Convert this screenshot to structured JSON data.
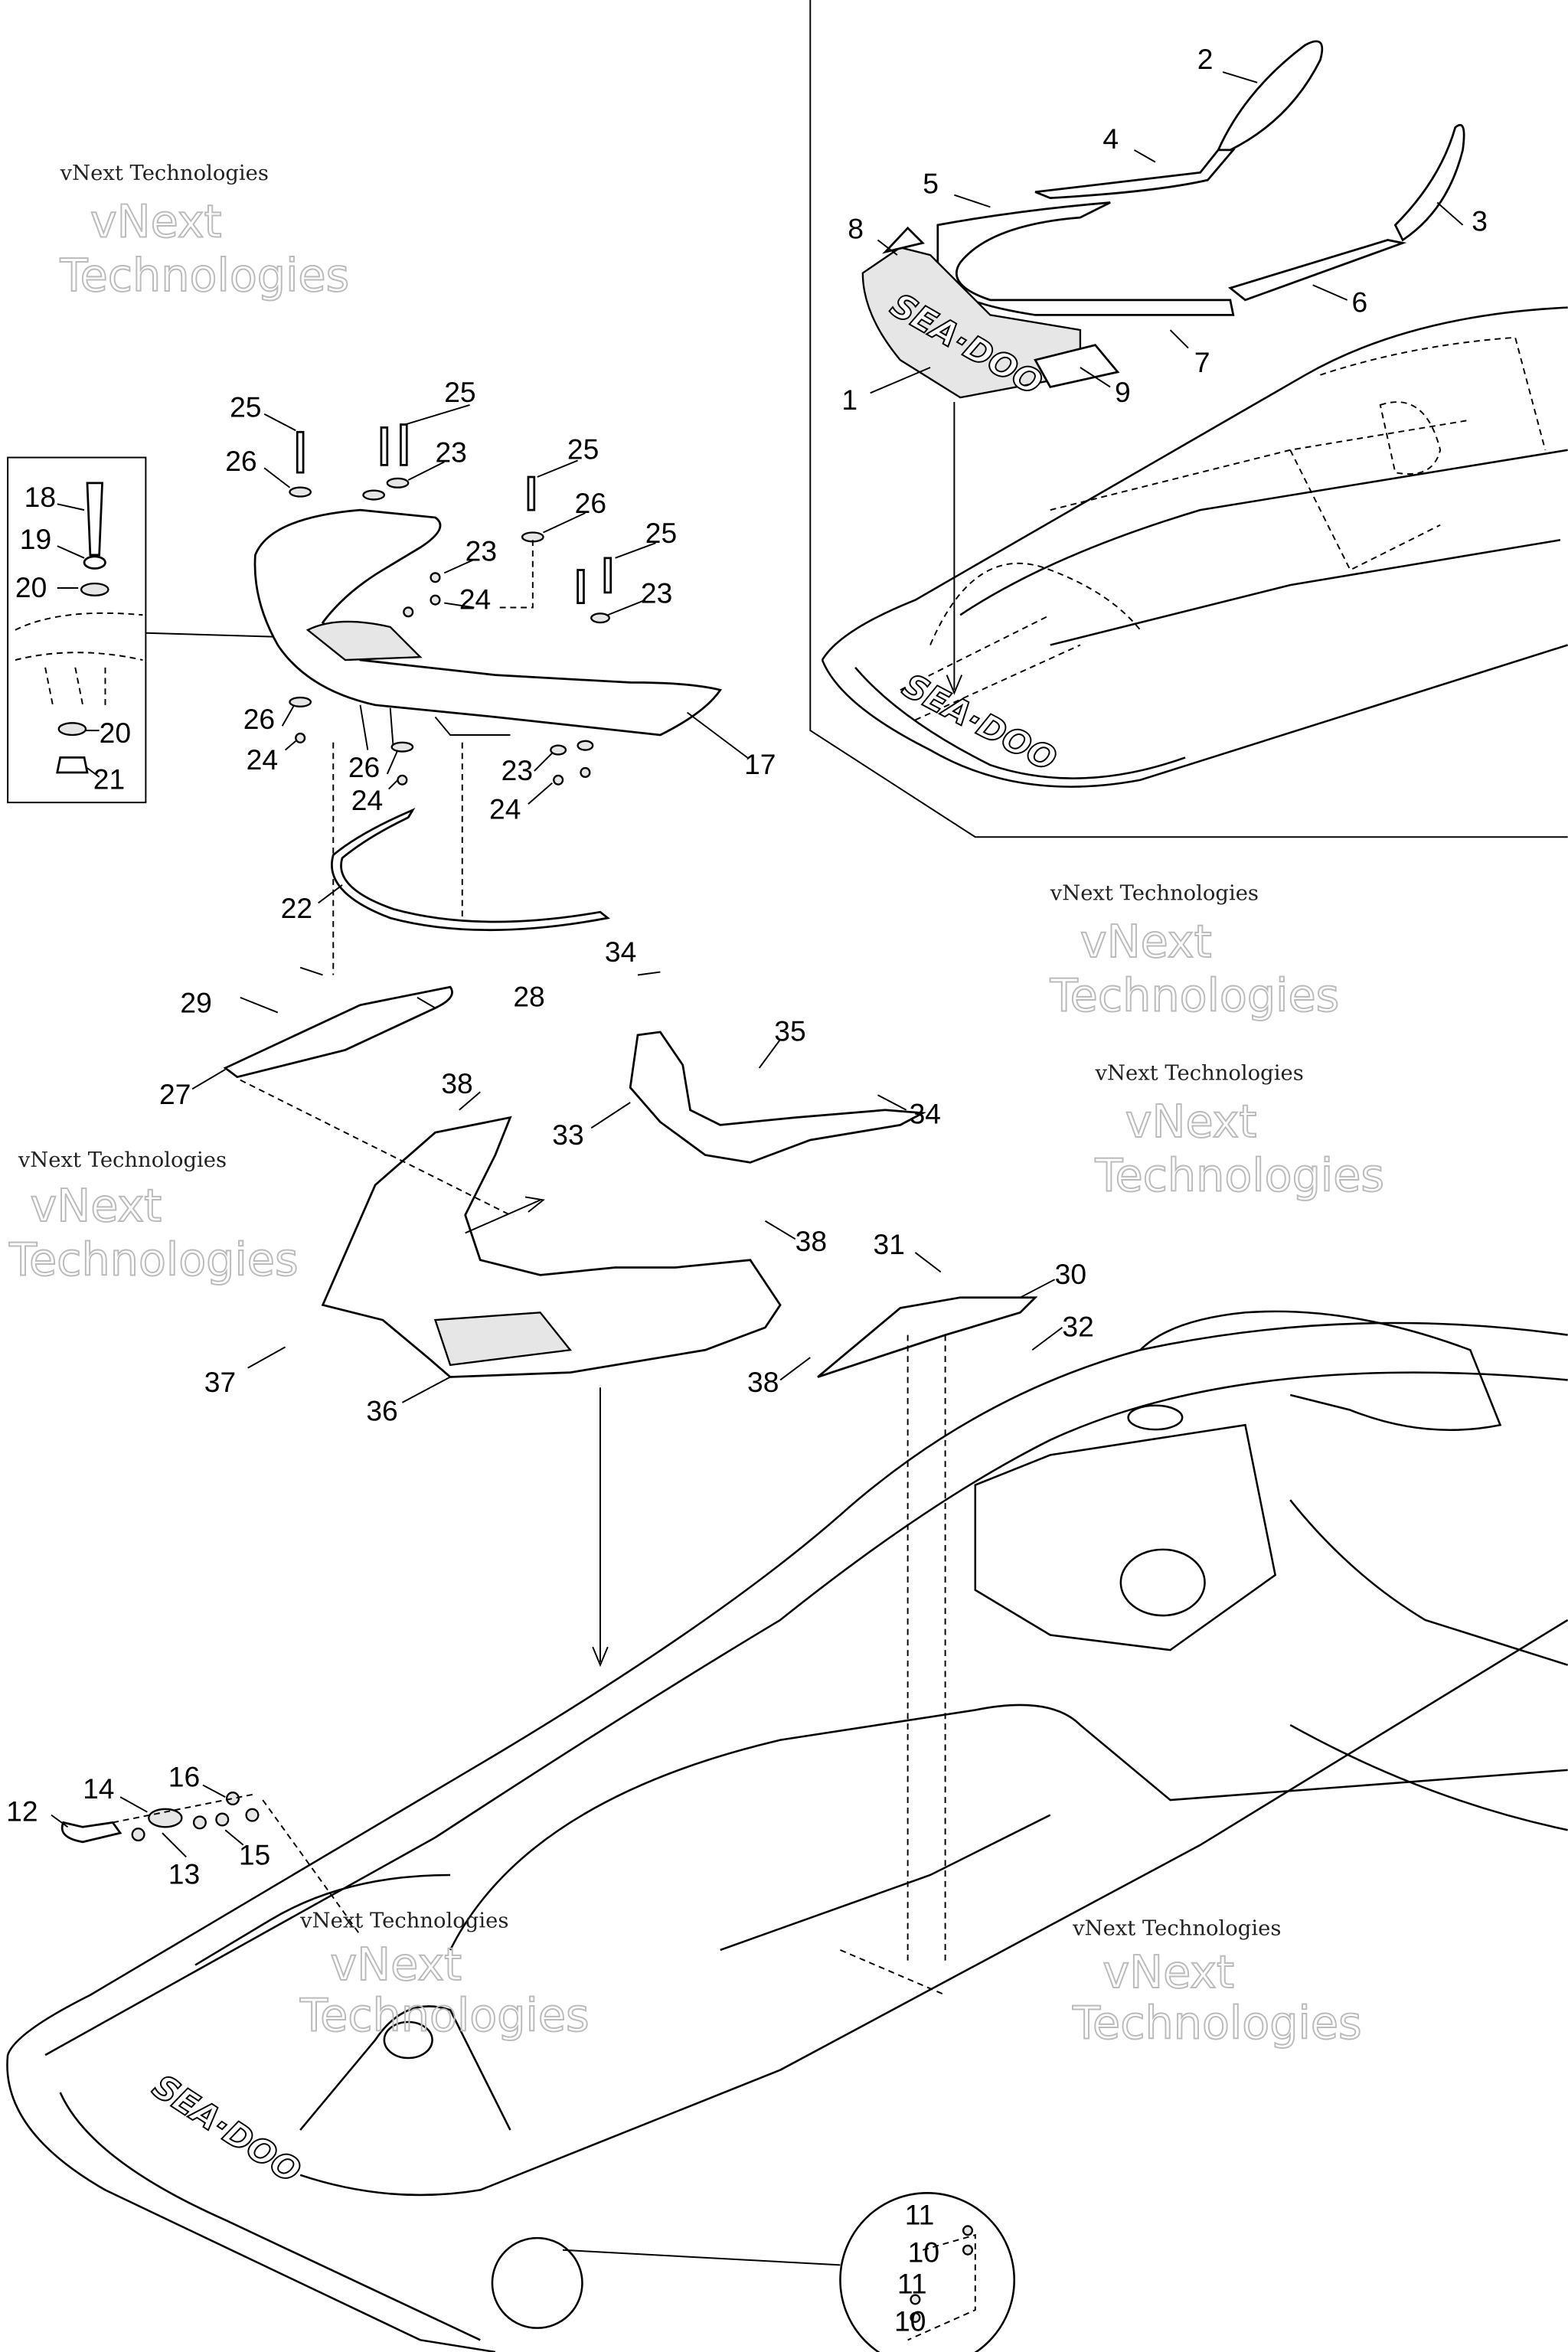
{
  "diagram": {
    "type": "exploded-parts-diagram",
    "watermark": {
      "small": "vNext Technologies",
      "big_line1": "vNext",
      "big_line2": "Technologies"
    },
    "logo_text": "SEA-DOO",
    "callouts": {
      "seat_group": [
        "2",
        "4",
        "5",
        "8",
        "3",
        "6",
        "7",
        "9",
        "1"
      ],
      "inset": [
        "18",
        "19",
        "20",
        "20",
        "21"
      ],
      "handle": [
        "25",
        "25",
        "26",
        "23",
        "25",
        "26",
        "23",
        "25",
        "24",
        "23",
        "17",
        "26",
        "24",
        "26",
        "24",
        "23",
        "24",
        "22"
      ],
      "middle": [
        "34",
        "35",
        "29",
        "28",
        "27",
        "38",
        "33",
        "34",
        "38",
        "31",
        "30",
        "32",
        "37",
        "36",
        "38"
      ],
      "bottom": [
        "12",
        "14",
        "16",
        "13",
        "15",
        "11",
        "10",
        "11",
        "10"
      ]
    }
  }
}
